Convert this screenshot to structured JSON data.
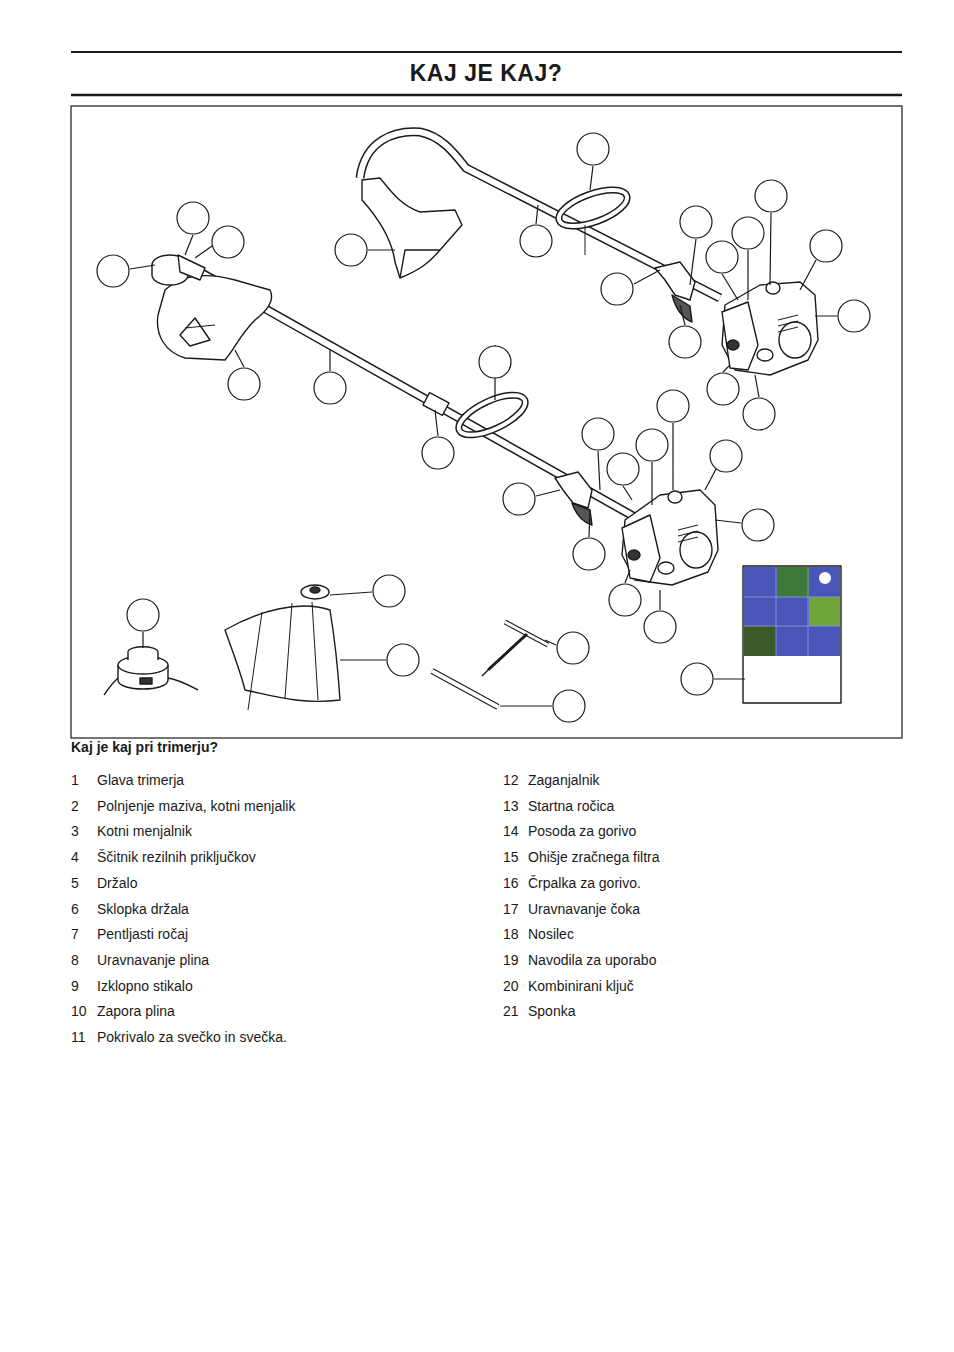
{
  "diagram": {
    "title": "KAJ JE KAJ?",
    "caption": "Kaj je kaj pri trimerju?",
    "labels": [
      "1",
      "Glava trimerja",
      "2",
      "Polnjenje maziva, kotni menjalik",
      "3",
      "Kotni menjalnik",
      "4",
      "Ščitnik rezilnih priključkov",
      "5",
      "Držalo",
      "6",
      "Sklopka držala",
      "7",
      "Pentljasti ročaj",
      "8",
      "Uravnavanje plina",
      "9",
      "Izklopno stikalo",
      "10",
      "Zapora plina",
      "11",
      "Pokrivalo za svečko in svečka.",
      "12",
      "Zaganjalnik",
      "13",
      "Startna ročica",
      "14",
      "Posoda za gorivo",
      "15",
      "Ohišje zračnega filtra",
      "16",
      "Črpalka za gorivo.",
      "17",
      "Uravnavanje čoka",
      "18",
      "Nosilec",
      "19",
      "Navodila za uporabo",
      "20",
      "Kombinirani ključ",
      "21",
      "Sponka"
    ]
  }
}
